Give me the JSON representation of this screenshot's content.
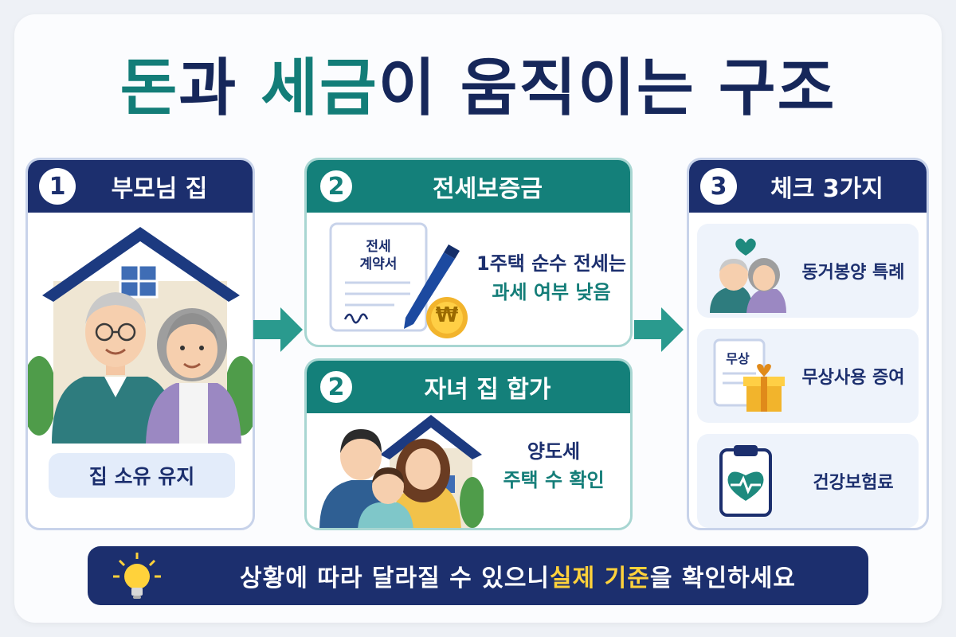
{
  "title": {
    "part1": "돈",
    "part2": "과 ",
    "part3": "세금",
    "part4": "이 움직이는 구조"
  },
  "step1": {
    "number": "1",
    "label": "부모님 집",
    "pill": "집 소유 유지"
  },
  "step2a": {
    "number": "2",
    "label": "전세보증금",
    "doc_title_line1": "전세",
    "doc_title_line2": "계약서",
    "coin_symbol": "₩",
    "text_line1": "1주택 순수 전세는",
    "text_line2": "과세 여부 낮음"
  },
  "step2b": {
    "number": "2",
    "label": "자녀 집 합가",
    "text_line1": "양도세",
    "text_line2": "주택 수 확인"
  },
  "step3": {
    "number": "3",
    "label": "체크 3가지",
    "items": [
      {
        "label": "동거봉양 특례",
        "icon": "elderly-couple-heart-icon"
      },
      {
        "label": "무상사용 증여",
        "icon": "gift-document-icon",
        "doc_text": "무상"
      },
      {
        "label": "건강보험료",
        "icon": "clipboard-heart-icon"
      }
    ]
  },
  "banner": {
    "text_before": "상황에 따라 달라질 수 있으니 ",
    "text_highlight": "실제 기준",
    "text_after": "을 확인하세요"
  },
  "colors": {
    "navy": "#1c2f6e",
    "teal": "#14807a",
    "highlight_yellow": "#ffd23b"
  }
}
